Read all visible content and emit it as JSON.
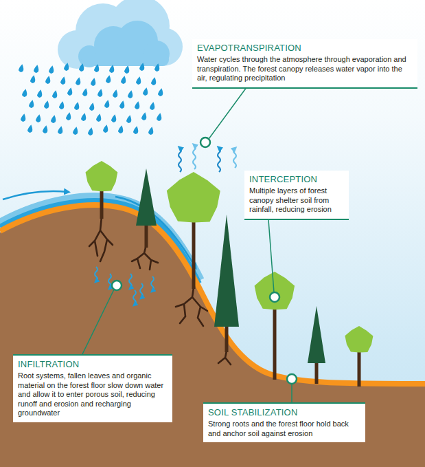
{
  "diagram": {
    "nodes": [
      {
        "text": [
          "EVAPOTRANSPIRATION",
          "Water cycles through the atmosphere through evaporation and transpiration. The forest canopy releases water vapor into the air, regulating precipitation"
        ]
      },
      {
        "text": [
          "INTERCEPTION",
          "Multiple layers of forest canopy shelter soil from rainfall, reducing erosion"
        ]
      },
      {
        "text": [
          "INFILTRATION",
          "Root systems, fallen leaves and organic material on the forest floor slow down water and allow it to enter porous soil, reducing runoff and erosion and recharging groundwater"
        ]
      },
      {
        "text": [
          "SOIL STABILIZATION",
          "Strong roots and the forest floor hold back and anchor soil against erosion"
        ]
      }
    ]
  }
}
